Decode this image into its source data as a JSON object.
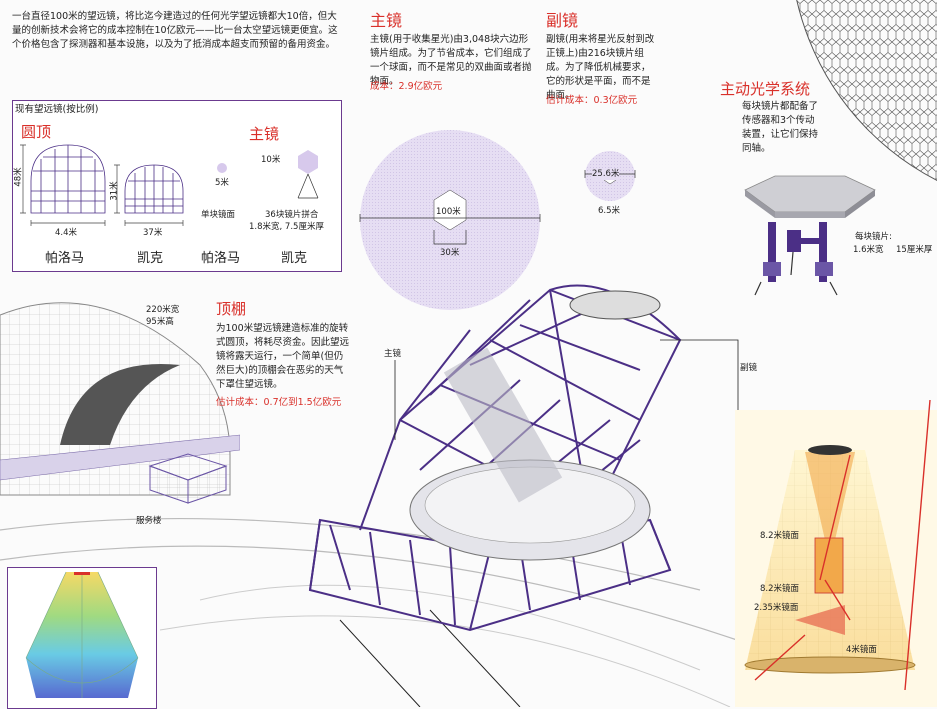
{
  "intro": "一台直径100米的望远镜，将比迄今建造过的任何光学望远镜都大10倍，但大量的创新技术会将它的成本控制在10亿欧元——比一台太空望远镜更便宜。这个价格包含了探测器和基本设施，以及为了抵消成本超支而预留的备用资金。",
  "scale": {
    "title": "现有望远镜(按比例)",
    "dome_heading": "圆顶",
    "mirror_heading": "主镜",
    "dome_palomar_height": "48米",
    "dome_palomar_width": "4.4米",
    "dome_keck_height": "31米",
    "dome_keck_width": "37米",
    "palomar": "帕洛马",
    "keck": "凯克",
    "palomar2": "帕洛马",
    "keck2": "凯克",
    "mirror_palomar_size": "5米",
    "mirror_keck_size": "10米",
    "single_mirror": "单块镜面",
    "segmented_1": "36块镜片拼合",
    "segmented_2": "1.8米宽, 7.5厘米厚"
  },
  "primary": {
    "heading": "主镜",
    "text": "主镜(用于收集星光)由3,048块六边形镜片组成。为了节省成本，它们组成了一个球面，而不是常见的双曲面或者抛物面。",
    "cost": "成本：2.9亿欧元",
    "diameter": "100米",
    "hole": "30米"
  },
  "secondary": {
    "heading": "副镜",
    "text": "副镜(用来将星光反射到改正镜上)由216块镜片组成。为了降低机械要求，它的形状是平面，而不是曲面。",
    "cost": "估计成本：0.3亿欧元",
    "diameter": "25.6米",
    "hole": "6.5米"
  },
  "active": {
    "heading": "主动光学系统",
    "text": "每块镜片都配备了传感器和3个传动装置，让它们保持同轴。",
    "seg_label": "每块镜片:",
    "seg_width": "1.6米宽",
    "seg_thick": "15厘米厚"
  },
  "dome": {
    "heading": "顶棚",
    "size_w": "220米宽",
    "size_h": "95米高",
    "text": "为100米望远镜建造标准的旋转式圆顶，将耗尽资金。因此望远镜将露天运行，一个简单(但仍然巨大)的顶棚会在恶劣的天气下罩住望远镜。",
    "cost": "估计成本：0.7亿到1.5亿欧元"
  },
  "callouts": {
    "primary": "主镜",
    "secondary": "副镜",
    "service": "服务楼"
  },
  "optics": {
    "m1": "8.2米镜面",
    "m2": "8.2米镜面",
    "m3": "2.35米镜面",
    "m4": "4米镜面"
  },
  "colors": {
    "heading": "#d9302a",
    "structure": "#4b2f86",
    "mirror_fill": "#e2dcef",
    "frame": "#6b3a8f"
  }
}
